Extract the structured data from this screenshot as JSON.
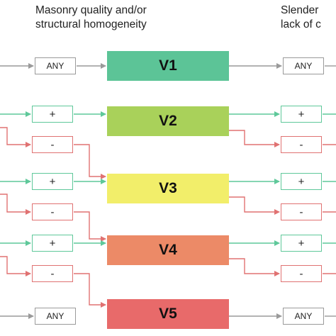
{
  "headers": {
    "left": [
      "Masonry quality and/or",
      "structural homogeneity"
    ],
    "right": [
      "Slender",
      "lack of c"
    ]
  },
  "classes": [
    {
      "label": "V1",
      "color": "#5cc497"
    },
    {
      "label": "V2",
      "color": "#a9d15a"
    },
    {
      "label": "V3",
      "color": "#f2ee6a"
    },
    {
      "label": "V4",
      "color": "#ec8a67"
    },
    {
      "label": "V5",
      "color": "#e86a6a"
    }
  ],
  "tags": {
    "any": "ANY",
    "plus": "+",
    "minus": "-"
  },
  "colors": {
    "any_line": "#9a9a9a",
    "plus_line": "#5fc89a",
    "minus_line": "#e07272"
  }
}
